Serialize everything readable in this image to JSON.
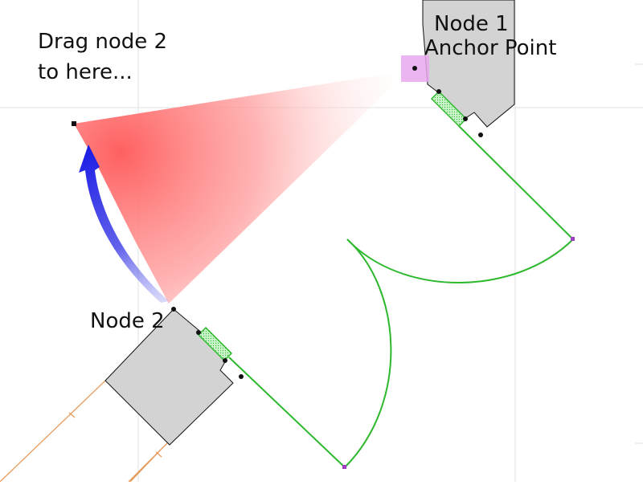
{
  "instruction": {
    "line1": "Drag node 2",
    "line2": "to here..."
  },
  "node1": {
    "name": "Node 1",
    "anchor_label": "Anchor Point"
  },
  "node2": {
    "name": "Node 2"
  },
  "colors": {
    "background": "#ffffff",
    "grid": "#e2e2e2",
    "node_fill": "#d3d3d3",
    "node_stroke": "#111111",
    "door_green": "#2eb82e",
    "hinge_fill": "#b8f0b8",
    "wall_orange": "#e69a5a",
    "highlight_pink": "#e8a8ee",
    "sweep_red": "#ff6060",
    "arrow_blue": "#1a1ae6",
    "door_end_purple": "#a040c0"
  }
}
